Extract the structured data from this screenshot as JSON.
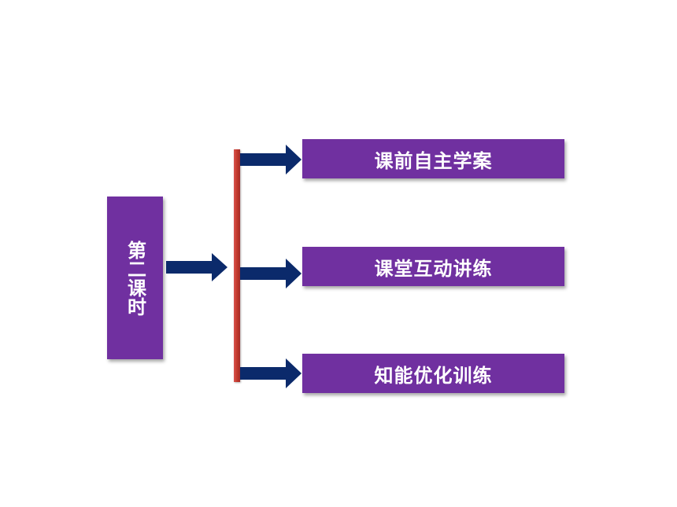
{
  "lesson": {
    "title": "第二课时"
  },
  "branches": [
    {
      "label": "课前自主学案"
    },
    {
      "label": "课堂互动讲练"
    },
    {
      "label": "知能优化训练"
    }
  ],
  "colors": {
    "box_fill": "#7030a0",
    "arrow_fill": "#0b2a6b",
    "line_fill": "#c0392b",
    "text": "#ffffff"
  }
}
